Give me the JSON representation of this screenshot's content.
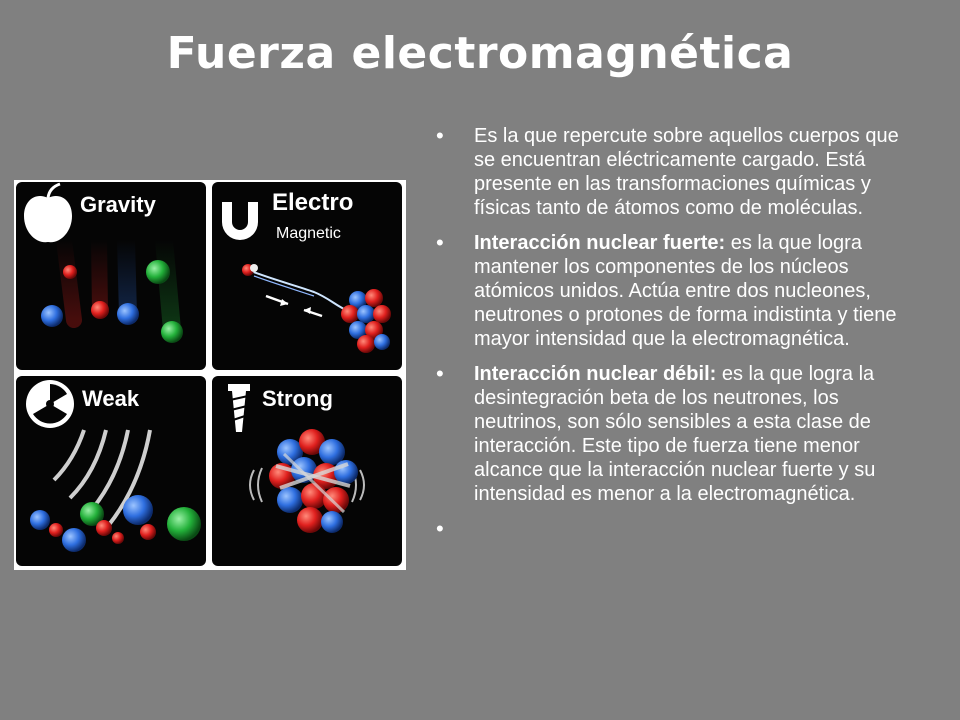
{
  "slide": {
    "title": "Fuerza electromagnética"
  },
  "figure": {
    "panels": [
      {
        "label": "Gravity",
        "icon": "apple-icon"
      },
      {
        "label": "Electro",
        "sublabel": "Magnetic",
        "icon": "magnet-icon"
      },
      {
        "label": "Weak",
        "icon": "radiation-icon"
      },
      {
        "label": "Strong",
        "icon": "screw-icon"
      }
    ],
    "colors": {
      "panel_bg": "#050505",
      "red": "#e0201e",
      "blue": "#2f6fe0",
      "green": "#23b13a"
    }
  },
  "bullets": [
    {
      "heading": "",
      "text": "Es la que repercute sobre aquellos cuerpos que se encuentran eléctricamente cargado. Está presente en las transformaciones químicas y físicas tanto de átomos como de moléculas."
    },
    {
      "heading": "Interacción nuclear fuerte:",
      "text": " es la que logra mantener los componentes de los núcleos atómicos unidos. Actúa entre dos nucleones, neutrones o protones de forma indistinta y tiene mayor intensidad que la electromagnética."
    },
    {
      "heading": "Interacción nuclear débil:",
      "text": " es la que logra la desintegración beta de los neutrones, los neutrinos, son sólo sensibles a esta clase de interacción. Este tipo de fuerza tiene menor alcance que la interacción nuclear fuerte y su intensidad es menor a la electromagnética."
    },
    {
      "heading": "",
      "text": ""
    }
  ]
}
